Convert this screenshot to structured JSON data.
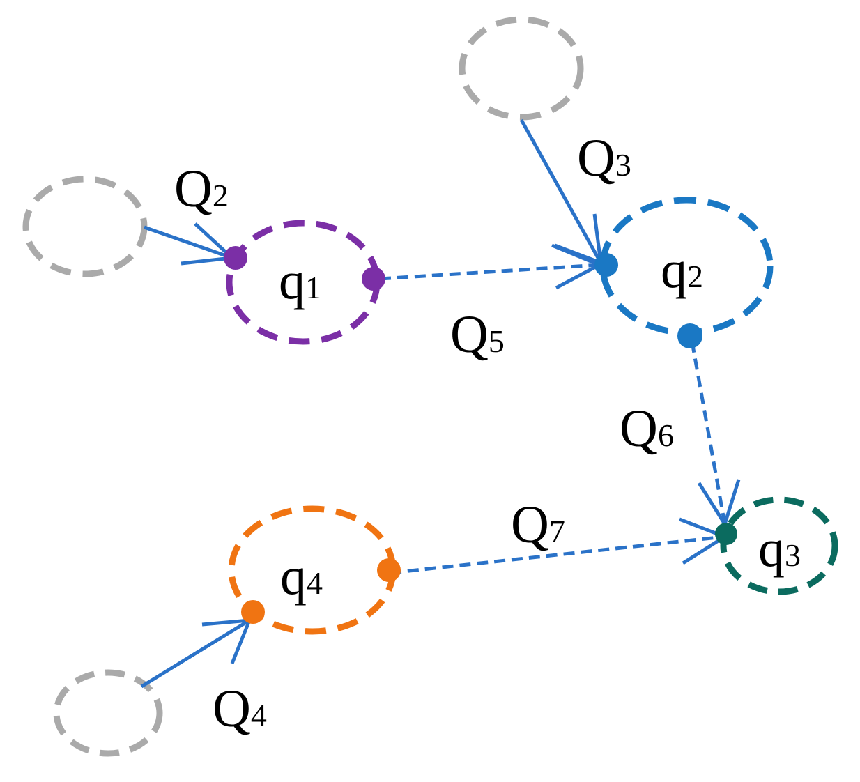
{
  "colors": {
    "gray": "#aaaaaa",
    "edge_blue": "#2a72c8",
    "q1": "#7b2fa6",
    "q2": "#1a78c4",
    "q3": "#0b6b5f",
    "q4": "#f07412"
  },
  "nodes": {
    "q1": {
      "letter": "q",
      "sub": "1"
    },
    "q2": {
      "letter": "q",
      "sub": "2"
    },
    "q3": {
      "letter": "q",
      "sub": "3"
    },
    "q4": {
      "letter": "q",
      "sub": "4"
    }
  },
  "edges": {
    "Q2": {
      "letter": "Q",
      "sub": "2"
    },
    "Q3": {
      "letter": "Q",
      "sub": "3"
    },
    "Q4": {
      "letter": "Q",
      "sub": "4"
    },
    "Q5": {
      "letter": "Q",
      "sub": "5"
    },
    "Q6": {
      "letter": "Q",
      "sub": "6"
    },
    "Q7": {
      "letter": "Q",
      "sub": "7"
    }
  }
}
